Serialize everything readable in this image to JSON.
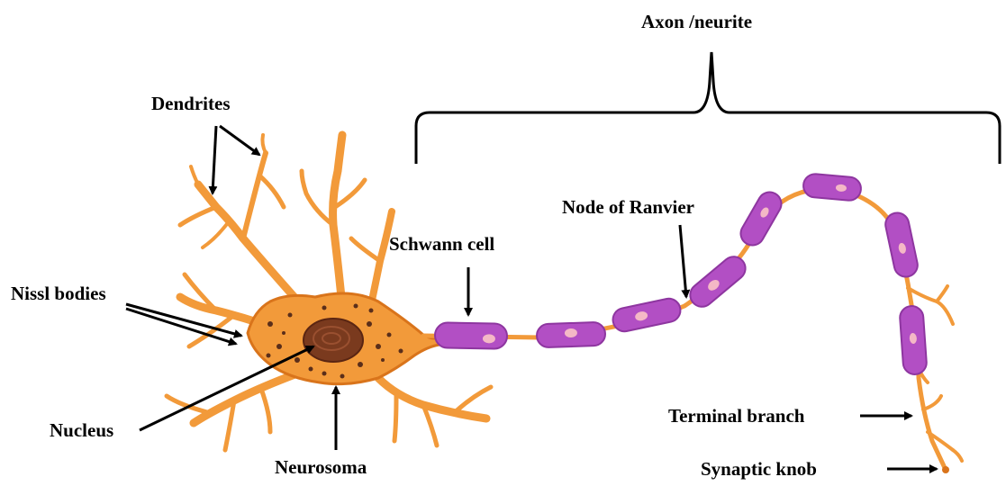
{
  "labels": {
    "axon": "Axon /neurite",
    "dendrites": "Dendrites",
    "nissl": "Nissl bodies",
    "schwann": "Schwann cell",
    "node": "Node of Ranvier",
    "nucleus": "Nucleus",
    "neurosoma": "Neurosoma",
    "terminal": "Terminal branch",
    "synaptic": "Synaptic knob"
  },
  "colors": {
    "neuron_orange": "#f29a3a",
    "neuron_outline": "#d9741b",
    "nucleus_brown": "#7a3a1e",
    "myelin_purple": "#b24fc4",
    "myelin_light": "#d98ae6",
    "myelin_nucleus": "#f4b8c6",
    "text": "#000000"
  }
}
